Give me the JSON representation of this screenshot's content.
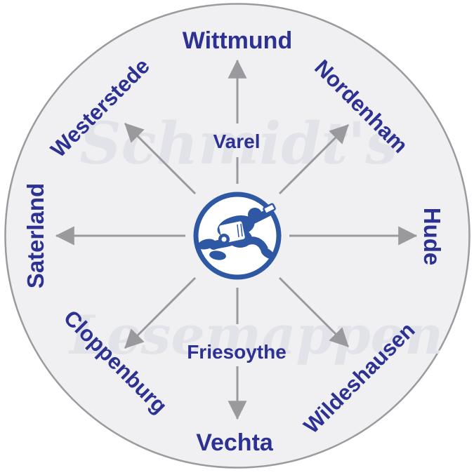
{
  "watermark": {
    "line1": "Schmidt's",
    "line2": "Lesemappen"
  },
  "center": {
    "icon": "running-reader-logo"
  },
  "cities": {
    "top": "Wittmund",
    "top_right": "Nordenham",
    "right": "Hude",
    "bottom_right": "Wildeshausen",
    "bottom": "Vechta",
    "bottom_left": "Cloppenburg",
    "left": "Saterland",
    "top_left": "Westerstede",
    "inner_top": "Varel",
    "inner_bottom": "Friesoythe"
  },
  "colors": {
    "city_text": "#2c3192",
    "arrow": "#9a9a9e",
    "circle_fill": "#f0f0f3",
    "circle_stroke": "#9a9b9e",
    "icon_blue": "#2e58a4",
    "watermark": "#e2e3e8",
    "background": "#ffffff"
  }
}
